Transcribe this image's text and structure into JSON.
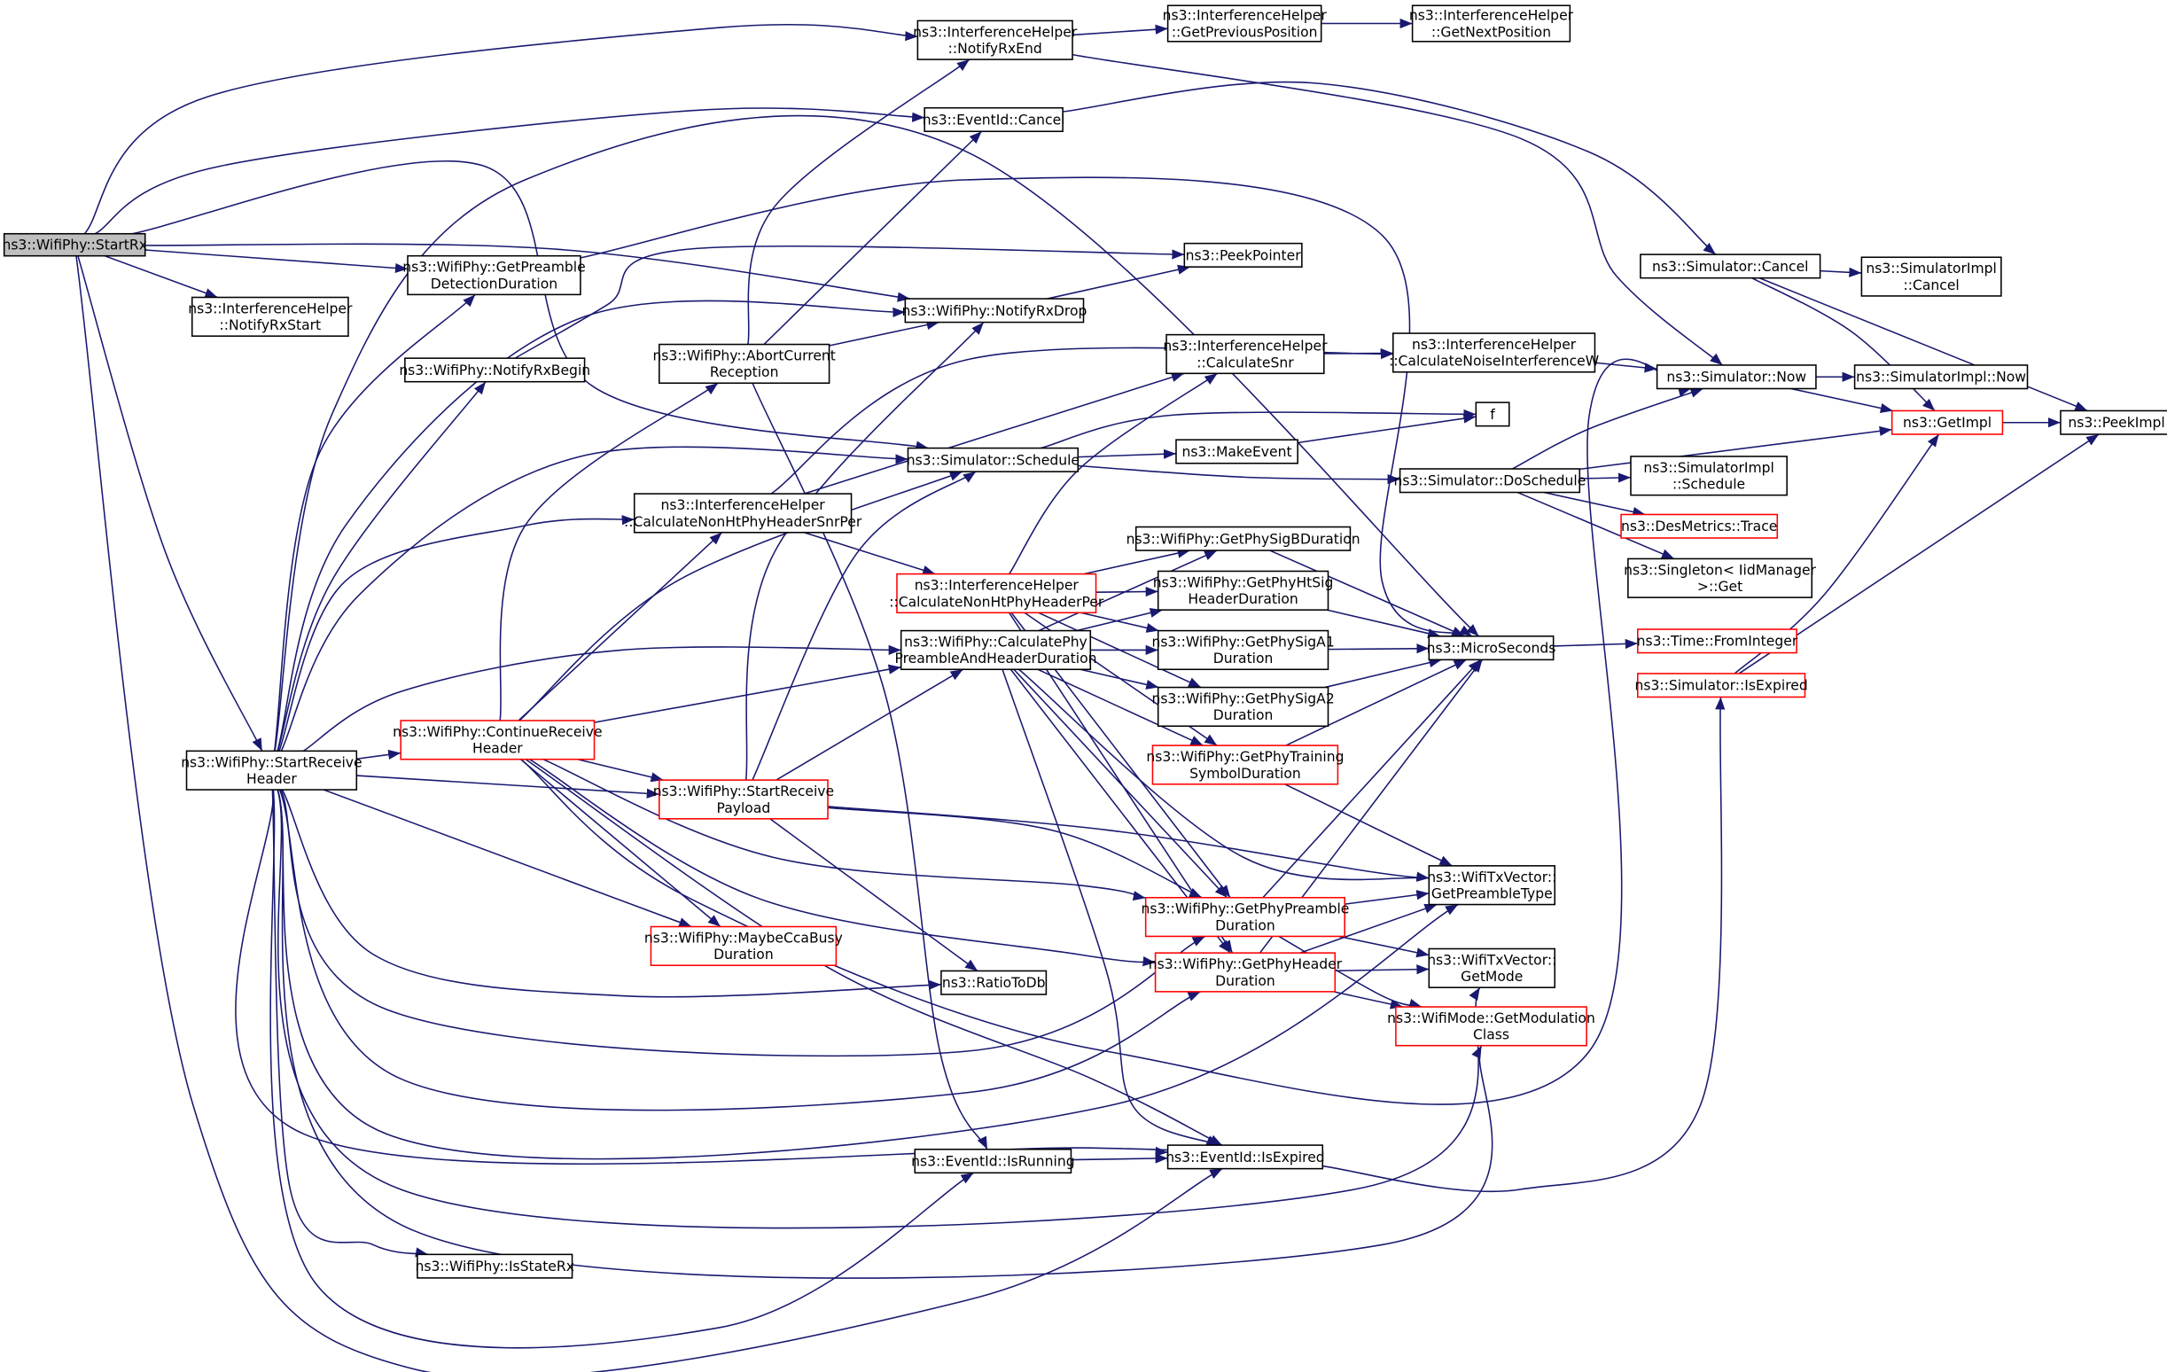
{
  "diagram": {
    "type": "call-graph",
    "root": "StartRx",
    "colors": {
      "edge": "#191970",
      "node_border": "#000000",
      "node_border_truncated": "#ff0000",
      "root_fill": "#bfbfbf",
      "node_fill": "#ffffff"
    },
    "nodes": [
      {
        "id": "StartRx",
        "lines": [
          "ns3::WifiPhy::StartRx"
        ],
        "kind": "root"
      },
      {
        "id": "IH_NotifyRxStart",
        "lines": [
          "ns3::InterferenceHelper",
          "::NotifyRxStart"
        ],
        "kind": "normal"
      },
      {
        "id": "IH_NotifyRxEnd",
        "lines": [
          "ns3::InterferenceHelper",
          "::NotifyRxEnd"
        ],
        "kind": "normal"
      },
      {
        "id": "IH_GetPreviousPosition",
        "lines": [
          "ns3::InterferenceHelper",
          "::GetPreviousPosition"
        ],
        "kind": "normal"
      },
      {
        "id": "IH_GetNextPosition",
        "lines": [
          "ns3::InterferenceHelper",
          "::GetNextPosition"
        ],
        "kind": "normal"
      },
      {
        "id": "EventId_Cancel",
        "lines": [
          "ns3::EventId::Cancel"
        ],
        "kind": "normal"
      },
      {
        "id": "GetPreambleDetectionDuration",
        "lines": [
          "ns3::WifiPhy::GetPreamble",
          "DetectionDuration"
        ],
        "kind": "normal"
      },
      {
        "id": "PeekPointer",
        "lines": [
          "ns3::PeekPointer"
        ],
        "kind": "normal"
      },
      {
        "id": "NotifyRxDrop",
        "lines": [
          "ns3::WifiPhy::NotifyRxDrop"
        ],
        "kind": "normal"
      },
      {
        "id": "NotifyRxBegin",
        "lines": [
          "ns3::WifiPhy::NotifyRxBegin"
        ],
        "kind": "normal"
      },
      {
        "id": "AbortCurrentReception",
        "lines": [
          "ns3::WifiPhy::AbortCurrent",
          "Reception"
        ],
        "kind": "normal"
      },
      {
        "id": "IH_CalculateSnr",
        "lines": [
          "ns3::InterferenceHelper",
          "::CalculateSnr"
        ],
        "kind": "normal"
      },
      {
        "id": "IH_CalculateNoiseInterferenceW",
        "lines": [
          "ns3::InterferenceHelper",
          "::CalculateNoiseInterferenceW"
        ],
        "kind": "normal"
      },
      {
        "id": "Simulator_Cancel",
        "lines": [
          "ns3::Simulator::Cancel"
        ],
        "kind": "normal"
      },
      {
        "id": "SimulatorImpl_Cancel",
        "lines": [
          "ns3::SimulatorImpl",
          "::Cancel"
        ],
        "kind": "normal"
      },
      {
        "id": "Simulator_Now",
        "lines": [
          "ns3::Simulator::Now"
        ],
        "kind": "normal"
      },
      {
        "id": "SimulatorImpl_Now",
        "lines": [
          "ns3::SimulatorImpl::Now"
        ],
        "kind": "normal"
      },
      {
        "id": "GetImpl",
        "lines": [
          "ns3::GetImpl"
        ],
        "kind": "truncated"
      },
      {
        "id": "PeekImpl",
        "lines": [
          "ns3::PeekImpl"
        ],
        "kind": "normal"
      },
      {
        "id": "f",
        "lines": [
          "f"
        ],
        "kind": "normal"
      },
      {
        "id": "Simulator_Schedule",
        "lines": [
          "ns3::Simulator::Schedule"
        ],
        "kind": "normal"
      },
      {
        "id": "MakeEvent",
        "lines": [
          "ns3::MakeEvent"
        ],
        "kind": "normal"
      },
      {
        "id": "Simulator_DoSchedule",
        "lines": [
          "ns3::Simulator::DoSchedule"
        ],
        "kind": "normal"
      },
      {
        "id": "SimulatorImpl_Schedule",
        "lines": [
          "ns3::SimulatorImpl",
          "::Schedule"
        ],
        "kind": "normal"
      },
      {
        "id": "DesMetrics_Trace",
        "lines": [
          "ns3::DesMetrics::Trace"
        ],
        "kind": "truncated"
      },
      {
        "id": "Singleton_Get",
        "lines": [
          "ns3::Singleton< IidManager",
          ">::Get"
        ],
        "kind": "normal"
      },
      {
        "id": "IH_CalculateNonHtPhyHeaderSnrPer",
        "lines": [
          "ns3::InterferenceHelper",
          "::CalculateNonHtPhyHeaderSnrPer"
        ],
        "kind": "normal"
      },
      {
        "id": "IH_CalculateNonHtPhyHeaderPer",
        "lines": [
          "ns3::InterferenceHelper",
          "::CalculateNonHtPhyHeaderPer"
        ],
        "kind": "truncated"
      },
      {
        "id": "GetPhySigBDuration",
        "lines": [
          "ns3::WifiPhy::GetPhySigBDuration"
        ],
        "kind": "normal"
      },
      {
        "id": "GetPhyHtSigHeaderDuration",
        "lines": [
          "ns3::WifiPhy::GetPhyHtSig",
          "HeaderDuration"
        ],
        "kind": "normal"
      },
      {
        "id": "CalculatePhyPreambleAndHeaderDuration",
        "lines": [
          "ns3::WifiPhy::CalculatePhy",
          "PreambleAndHeaderDuration"
        ],
        "kind": "normal"
      },
      {
        "id": "GetPhySigA1Duration",
        "lines": [
          "ns3::WifiPhy::GetPhySigA1",
          "Duration"
        ],
        "kind": "normal"
      },
      {
        "id": "GetPhySigA2Duration",
        "lines": [
          "ns3::WifiPhy::GetPhySigA2",
          "Duration"
        ],
        "kind": "normal"
      },
      {
        "id": "MicroSeconds",
        "lines": [
          "ns3::MicroSeconds"
        ],
        "kind": "normal"
      },
      {
        "id": "Time_FromInteger",
        "lines": [
          "ns3::Time::FromInteger"
        ],
        "kind": "truncated"
      },
      {
        "id": "Simulator_IsExpired",
        "lines": [
          "ns3::Simulator::IsExpired"
        ],
        "kind": "truncated"
      },
      {
        "id": "StartReceiveHeader",
        "lines": [
          "ns3::WifiPhy::StartReceive",
          "Header"
        ],
        "kind": "normal"
      },
      {
        "id": "ContinueReceiveHeader",
        "lines": [
          "ns3::WifiPhy::ContinueReceive",
          "Header"
        ],
        "kind": "truncated"
      },
      {
        "id": "StartReceivePayload",
        "lines": [
          "ns3::WifiPhy::StartReceive",
          "Payload"
        ],
        "kind": "truncated"
      },
      {
        "id": "GetPhyTrainingSymbolDuration",
        "lines": [
          "ns3::WifiPhy::GetPhyTraining",
          "SymbolDuration"
        ],
        "kind": "truncated"
      },
      {
        "id": "WifiTxVector_GetPreambleType",
        "lines": [
          "ns3::WifiTxVector::",
          "GetPreambleType"
        ],
        "kind": "normal"
      },
      {
        "id": "GetPhyPreambleDuration",
        "lines": [
          "ns3::WifiPhy::GetPhyPreamble",
          "Duration"
        ],
        "kind": "truncated"
      },
      {
        "id": "GetPhyHeaderDuration",
        "lines": [
          "ns3::WifiPhy::GetPhyHeader",
          "Duration"
        ],
        "kind": "truncated"
      },
      {
        "id": "WifiTxVector_GetMode",
        "lines": [
          "ns3::WifiTxVector::",
          "GetMode"
        ],
        "kind": "normal"
      },
      {
        "id": "WifiMode_GetModulationClass",
        "lines": [
          "ns3::WifiMode::GetModulation",
          "Class"
        ],
        "kind": "truncated"
      },
      {
        "id": "MaybeCcaBusyDuration",
        "lines": [
          "ns3::WifiPhy::MaybeCcaBusy",
          "Duration"
        ],
        "kind": "truncated"
      },
      {
        "id": "RatioToDb",
        "lines": [
          "ns3::RatioToDb"
        ],
        "kind": "normal"
      },
      {
        "id": "EventId_IsRunning",
        "lines": [
          "ns3::EventId::IsRunning"
        ],
        "kind": "normal"
      },
      {
        "id": "EventId_IsExpired",
        "lines": [
          "ns3::EventId::IsExpired"
        ],
        "kind": "normal"
      },
      {
        "id": "IsStateRx",
        "lines": [
          "ns3::WifiPhy::IsStateRx"
        ],
        "kind": "normal"
      }
    ],
    "edges": [
      [
        "StartRx",
        "IH_NotifyRxEnd"
      ],
      [
        "StartRx",
        "EventId_Cancel"
      ],
      [
        "StartRx",
        "NotifyRxDrop"
      ],
      [
        "StartRx",
        "Simulator_Schedule"
      ],
      [
        "StartRx",
        "GetPreambleDetectionDuration"
      ],
      [
        "StartRx",
        "IH_NotifyRxStart"
      ],
      [
        "StartRx",
        "StartReceiveHeader"
      ],
      [
        "StartRx",
        "EventId_IsExpired"
      ],
      [
        "IH_NotifyRxEnd",
        "IH_GetPreviousPosition"
      ],
      [
        "IH_NotifyRxEnd",
        "Simulator_Now"
      ],
      [
        "IH_GetPreviousPosition",
        "IH_GetNextPosition"
      ],
      [
        "EventId_Cancel",
        "Simulator_Cancel"
      ],
      [
        "GetPreambleDetectionDuration",
        "MicroSeconds"
      ],
      [
        "NotifyRxBegin",
        "PeekPointer"
      ],
      [
        "NotifyRxDrop",
        "PeekPointer"
      ],
      [
        "AbortCurrentReception",
        "IH_NotifyRxEnd"
      ],
      [
        "AbortCurrentReception",
        "EventId_Cancel"
      ],
      [
        "AbortCurrentReception",
        "NotifyRxDrop"
      ],
      [
        "AbortCurrentReception",
        "EventId_IsRunning"
      ],
      [
        "IH_CalculateSnr",
        "IH_CalculateNoiseInterferenceW"
      ],
      [
        "IH_CalculateNoiseInterferenceW",
        "Simulator_Now"
      ],
      [
        "Simulator_Cancel",
        "SimulatorImpl_Cancel"
      ],
      [
        "Simulator_Cancel",
        "GetImpl"
      ],
      [
        "Simulator_Cancel",
        "PeekImpl"
      ],
      [
        "Simulator_Now",
        "SimulatorImpl_Now"
      ],
      [
        "Simulator_Now",
        "GetImpl"
      ],
      [
        "GetImpl",
        "PeekImpl"
      ],
      [
        "Simulator_Schedule",
        "f"
      ],
      [
        "Simulator_Schedule",
        "MakeEvent"
      ],
      [
        "Simulator_Schedule",
        "Simulator_DoSchedule"
      ],
      [
        "MakeEvent",
        "f"
      ],
      [
        "Simulator_DoSchedule",
        "Simulator_Now"
      ],
      [
        "Simulator_DoSchedule",
        "GetImpl"
      ],
      [
        "Simulator_DoSchedule",
        "SimulatorImpl_Schedule"
      ],
      [
        "Simulator_DoSchedule",
        "DesMetrics_Trace"
      ],
      [
        "Simulator_DoSchedule",
        "Singleton_Get"
      ],
      [
        "IH_CalculateNonHtPhyHeaderSnrPer",
        "IH_CalculateNoiseInterferenceW"
      ],
      [
        "IH_CalculateNonHtPhyHeaderSnrPer",
        "IH_CalculateSnr"
      ],
      [
        "IH_CalculateNonHtPhyHeaderSnrPer",
        "IH_CalculateNonHtPhyHeaderPer"
      ],
      [
        "IH_CalculateNonHtPhyHeaderPer",
        "IH_CalculateSnr"
      ],
      [
        "IH_CalculateNonHtPhyHeaderPer",
        "GetPhySigBDuration"
      ],
      [
        "IH_CalculateNonHtPhyHeaderPer",
        "GetPhyHtSigHeaderDuration"
      ],
      [
        "IH_CalculateNonHtPhyHeaderPer",
        "GetPhySigA1Duration"
      ],
      [
        "IH_CalculateNonHtPhyHeaderPer",
        "GetPhySigA2Duration"
      ],
      [
        "IH_CalculateNonHtPhyHeaderPer",
        "GetPhyTrainingSymbolDuration"
      ],
      [
        "IH_CalculateNonHtPhyHeaderPer",
        "GetPhyPreambleDuration"
      ],
      [
        "IH_CalculateNonHtPhyHeaderPer",
        "GetPhyHeaderDuration"
      ],
      [
        "GetPhySigBDuration",
        "MicroSeconds"
      ],
      [
        "GetPhyHtSigHeaderDuration",
        "MicroSeconds"
      ],
      [
        "GetPhySigA1Duration",
        "MicroSeconds"
      ],
      [
        "GetPhySigA2Duration",
        "MicroSeconds"
      ],
      [
        "GetPhyTrainingSymbolDuration",
        "MicroSeconds"
      ],
      [
        "GetPhyTrainingSymbolDuration",
        "WifiTxVector_GetPreambleType"
      ],
      [
        "CalculatePhyPreambleAndHeaderDuration",
        "GetPhySigBDuration"
      ],
      [
        "CalculatePhyPreambleAndHeaderDuration",
        "GetPhyHtSigHeaderDuration"
      ],
      [
        "CalculatePhyPreambleAndHeaderDuration",
        "GetPhySigA1Duration"
      ],
      [
        "CalculatePhyPreambleAndHeaderDuration",
        "GetPhySigA2Duration"
      ],
      [
        "CalculatePhyPreambleAndHeaderDuration",
        "GetPhyTrainingSymbolDuration"
      ],
      [
        "CalculatePhyPreambleAndHeaderDuration",
        "GetPhyPreambleDuration"
      ],
      [
        "CalculatePhyPreambleAndHeaderDuration",
        "GetPhyHeaderDuration"
      ],
      [
        "CalculatePhyPreambleAndHeaderDuration",
        "WifiTxVector_GetPreambleType"
      ],
      [
        "CalculatePhyPreambleAndHeaderDuration",
        "EventId_IsExpired"
      ],
      [
        "MicroSeconds",
        "Time_FromInteger"
      ],
      [
        "Simulator_IsExpired",
        "GetImpl"
      ],
      [
        "Simulator_IsExpired",
        "PeekImpl"
      ],
      [
        "GetPhyPreambleDuration",
        "MicroSeconds"
      ],
      [
        "GetPhyPreambleDuration",
        "WifiTxVector_GetPreambleType"
      ],
      [
        "GetPhyPreambleDuration",
        "WifiTxVector_GetMode"
      ],
      [
        "GetPhyPreambleDuration",
        "WifiMode_GetModulationClass"
      ],
      [
        "GetPhyHeaderDuration",
        "MicroSeconds"
      ],
      [
        "GetPhyHeaderDuration",
        "WifiTxVector_GetPreambleType"
      ],
      [
        "GetPhyHeaderDuration",
        "WifiTxVector_GetMode"
      ],
      [
        "GetPhyHeaderDuration",
        "WifiMode_GetModulationClass"
      ],
      [
        "EventId_IsRunning",
        "EventId_IsExpired"
      ],
      [
        "EventId_IsExpired",
        "Simulator_IsExpired"
      ],
      [
        "StartReceiveHeader",
        "GetPreambleDetectionDuration"
      ],
      [
        "StartReceiveHeader",
        "NotifyRxBegin"
      ],
      [
        "StartReceiveHeader",
        "NotifyRxDrop"
      ],
      [
        "StartReceiveHeader",
        "Simulator_Schedule"
      ],
      [
        "StartReceiveHeader",
        "IH_CalculateNonHtPhyHeaderSnrPer"
      ],
      [
        "StartReceiveHeader",
        "CalculatePhyPreambleAndHeaderDuration"
      ],
      [
        "StartReceiveHeader",
        "ContinueReceiveHeader"
      ],
      [
        "StartReceiveHeader",
        "StartReceivePayload"
      ],
      [
        "StartReceiveHeader",
        "MaybeCcaBusyDuration"
      ],
      [
        "StartReceiveHeader",
        "RatioToDb"
      ],
      [
        "StartReceiveHeader",
        "GetPhyPreambleDuration"
      ],
      [
        "StartReceiveHeader",
        "GetPhyHeaderDuration"
      ],
      [
        "StartReceiveHeader",
        "WifiTxVector_GetPreambleType"
      ],
      [
        "StartReceiveHeader",
        "WifiTxVector_GetMode"
      ],
      [
        "StartReceiveHeader",
        "WifiMode_GetModulationClass"
      ],
      [
        "StartReceiveHeader",
        "EventId_IsRunning"
      ],
      [
        "StartReceiveHeader",
        "EventId_IsExpired"
      ],
      [
        "StartReceiveHeader",
        "IsStateRx"
      ],
      [
        "StartReceiveHeader",
        "MicroSeconds"
      ],
      [
        "ContinueReceiveHeader",
        "AbortCurrentReception"
      ],
      [
        "ContinueReceiveHeader",
        "IH_CalculateNonHtPhyHeaderSnrPer"
      ],
      [
        "ContinueReceiveHeader",
        "Simulator_Schedule"
      ],
      [
        "ContinueReceiveHeader",
        "CalculatePhyPreambleAndHeaderDuration"
      ],
      [
        "ContinueReceiveHeader",
        "StartReceivePayload"
      ],
      [
        "ContinueReceiveHeader",
        "MaybeCcaBusyDuration"
      ],
      [
        "ContinueReceiveHeader",
        "GetPhyPreambleDuration"
      ],
      [
        "ContinueReceiveHeader",
        "GetPhyHeaderDuration"
      ],
      [
        "ContinueReceiveHeader",
        "Simulator_Now"
      ],
      [
        "ContinueReceiveHeader",
        "EventId_IsExpired"
      ],
      [
        "StartReceivePayload",
        "NotifyRxDrop"
      ],
      [
        "StartReceivePayload",
        "Simulator_Schedule"
      ],
      [
        "StartReceivePayload",
        "CalculatePhyPreambleAndHeaderDuration"
      ],
      [
        "StartReceivePayload",
        "RatioToDb"
      ],
      [
        "StartReceivePayload",
        "GetPhyPreambleDuration"
      ],
      [
        "StartReceivePayload",
        "WifiTxVector_GetPreambleType"
      ]
    ]
  }
}
